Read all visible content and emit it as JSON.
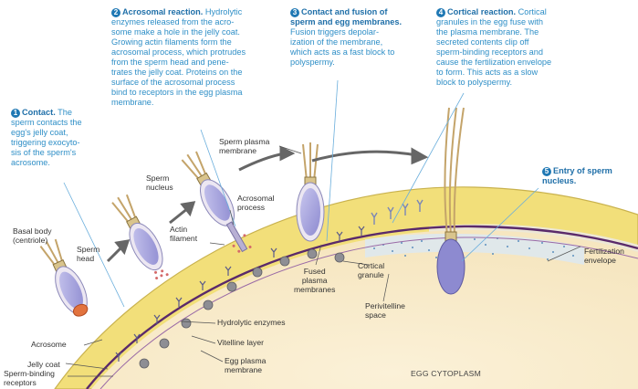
{
  "callouts": [
    {
      "num": "1",
      "title": "Contact.",
      "lines": [
        "The",
        "sperm contacts the",
        "egg's jelly coat,",
        "triggering exocyto-",
        "sis of the sperm's",
        "acrosome."
      ]
    },
    {
      "num": "2",
      "title": "Acrosomal reaction.",
      "lines": [
        "Hydrolytic",
        "enzymes released from the acro-",
        "some make a hole in the jelly coat.",
        "Growing actin filaments form the",
        "acrosomal process, which protrudes",
        "from the sperm head and pene-",
        "trates the jelly coat. Proteins on the",
        "surface of the acrosomal process",
        "bind to receptors in the egg plasma",
        "membrane."
      ]
    },
    {
      "num": "3",
      "title": "Contact and fusion of",
      "lines": [
        "sperm and egg membranes.",
        "Fusion triggers depolar-",
        "ization of the membrane,",
        "which acts as a fast block to",
        "polyspermy."
      ]
    },
    {
      "num": "4",
      "title": "Cortical reaction.",
      "lines": [
        "Cortical",
        "granules in the egg fuse with",
        "the plasma membrane. The",
        "secreted contents clip off",
        "sperm-binding receptors and",
        "cause the fertilization envelope",
        "to form. This acts as a slow",
        "block to polyspermy."
      ]
    },
    {
      "num": "5",
      "title": "Entry of sperm",
      "lines": [
        "nucleus."
      ]
    }
  ],
  "labels": {
    "basal_body": [
      "Basal body",
      "(centriole)"
    ],
    "sperm_head": [
      "Sperm",
      "head"
    ],
    "acrosome": "Acrosome",
    "jelly_coat": "Jelly coat",
    "sperm_binding": [
      "Sperm-binding",
      "receptors"
    ],
    "sperm_nucleus": [
      "Sperm",
      "nucleus"
    ],
    "actin": [
      "Actin",
      "filament"
    ],
    "acrosomal_process": [
      "Acrosomal",
      "process"
    ],
    "sperm_plasma": [
      "Sperm plasma",
      "membrane"
    ],
    "hydrolytic": "Hydrolytic enzymes",
    "vitelline": "Vitelline layer",
    "egg_plasma": [
      "Egg plasma",
      "membrane"
    ],
    "fused": [
      "Fused",
      "plasma",
      "membranes"
    ],
    "cortical_granule": [
      "Cortical",
      "granule"
    ],
    "perivitelline": [
      "Perivitelline",
      "space"
    ],
    "fertilization_envelope": [
      "Fertilization",
      "envelope"
    ],
    "egg_cytoplasm": "EGG CYTOPLASM"
  },
  "colors": {
    "callout_text": "#2f8fc7",
    "jelly": "#f2df7a",
    "cytoplasm": "#f9edcf",
    "membrane": "#5a2a6a",
    "sperm": "#a9a7dc",
    "granule": "#8e8e94",
    "acrosome": "#e2733e"
  }
}
